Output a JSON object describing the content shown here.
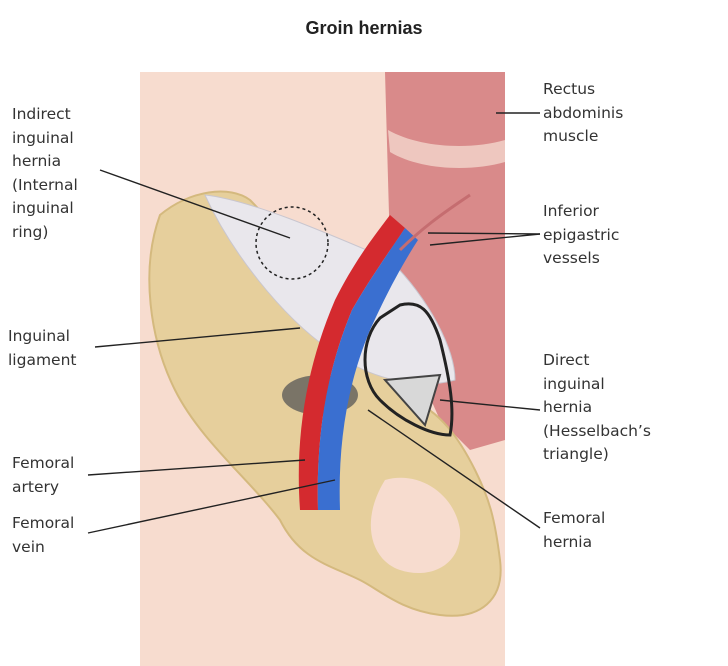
{
  "title": "Groin hernias",
  "labels": {
    "indirect_hernia": "Indirect\ninguinal\nhernia\n(Internal\ninguinal\nring)",
    "inguinal_ligament": "Inguinal\nligament",
    "femoral_artery": "Femoral\nartery",
    "femoral_vein": "Femoral\nvein",
    "rectus_abdominis": "Rectus\nabdominis\nmuscle",
    "inferior_epigastric": "Inferior\nepigastric\nvessels",
    "direct_hernia": "Direct\ninguinal\nhernia\n(Hesselbach’s\ntriangle)",
    "femoral_hernia": "Femoral\nhernia"
  },
  "colors": {
    "skin": "#f7dccf",
    "bone": "#e6cf9c",
    "bone_shade": "#d4b97e",
    "muscle": "#d98a8a",
    "muscle_dark": "#c56d70",
    "artery": "#d42a2f",
    "vein": "#3a6fd0",
    "ligament": "#e9e7ec",
    "leader": "#222222"
  }
}
